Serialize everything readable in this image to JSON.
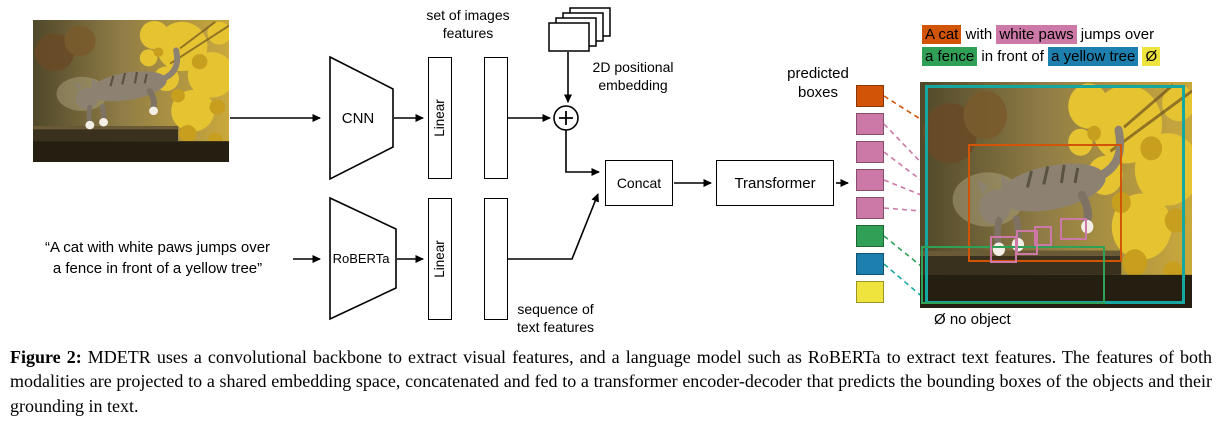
{
  "colors": {
    "orange": "#d25407",
    "pink": "#cc79a7",
    "green": "#2fa056",
    "blue": "#1d7fae",
    "teal": "#16a8a0",
    "yellow": "#efe43d"
  },
  "diagram": {
    "quote_line1": "“A cat with white paws jumps over",
    "quote_line2": "a fence in front of a yellow tree”",
    "cnn": "CNN",
    "roberta": "RoBERTa",
    "linear_image": "Linear",
    "linear_text": "Linear",
    "image_features_line1": "set of images",
    "image_features_line2": "features",
    "pos_embed_line1": "2D positional",
    "pos_embed_line2": "embedding",
    "text_features_line1": "sequence of",
    "text_features_line2": "text features",
    "concat": "Concat",
    "transformer": "Transformer",
    "predicted_line1": "predicted",
    "predicted_line2": "boxes",
    "no_object": "Ø no object",
    "queries": [
      "orange",
      "pink",
      "pink",
      "pink",
      "pink",
      "green",
      "blue",
      "yellow"
    ]
  },
  "sentence": {
    "line1": [
      {
        "text": "A cat",
        "color": "orange"
      },
      {
        "text": " with ",
        "color": null
      },
      {
        "text": "white paws",
        "color": "pink"
      },
      {
        "text": " jumps over",
        "color": null
      }
    ],
    "line2": [
      {
        "text": "a fence",
        "color": "green"
      },
      {
        "text": " in front of ",
        "color": null
      },
      {
        "text": "a yellow tree",
        "color": "blue"
      },
      {
        "text": " ",
        "color": null
      },
      {
        "text": "Ø",
        "color": "yellow"
      }
    ]
  },
  "caption": {
    "label": "Figure 2:",
    "text": "MDETR uses a convolutional backbone to extract visual features, and a language model such as RoBERTa to extract text features. The features of both modalities are projected to a shared embedding space, concatenated and fed to a transformer encoder-decoder that predicts the bounding boxes of the objects and their grounding in text."
  }
}
